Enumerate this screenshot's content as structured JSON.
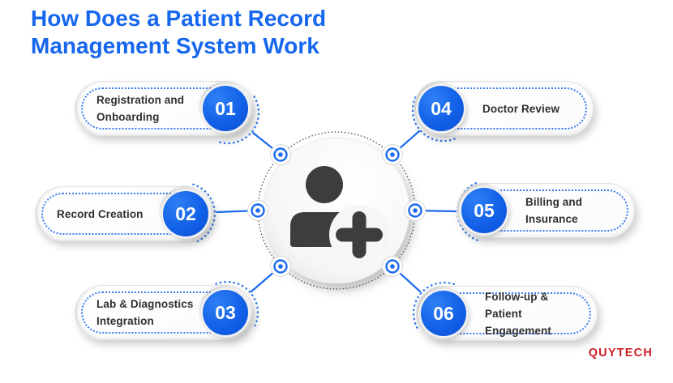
{
  "title": {
    "line1": "How Does a Patient Record",
    "line2": "Management System Work"
  },
  "steps": [
    {
      "number": "01",
      "line1": "Registration and",
      "line2": "Onboarding"
    },
    {
      "number": "02",
      "line1": "Record Creation",
      "line2": ""
    },
    {
      "number": "03",
      "line1": "Lab & Diagnostics",
      "line2": "Integration"
    },
    {
      "number": "04",
      "line1": "Doctor Review",
      "line2": ""
    },
    {
      "number": "05",
      "line1": "Billing and",
      "line2": "Insurance"
    },
    {
      "number": "06",
      "line1": "Follow-up &",
      "line2": "Patient Engagement"
    }
  ],
  "center": {
    "icon": "add-patient-icon"
  },
  "logo": {
    "text": "QUYTECH"
  },
  "colors": {
    "title_blue": "#1667ee",
    "accent_blue": "#1b6af0",
    "badge_blue": "#0f5ce2",
    "text_dark": "#2f2f2f",
    "icon_dark": "#3d3d3d",
    "logo_red": "#cb2026"
  }
}
